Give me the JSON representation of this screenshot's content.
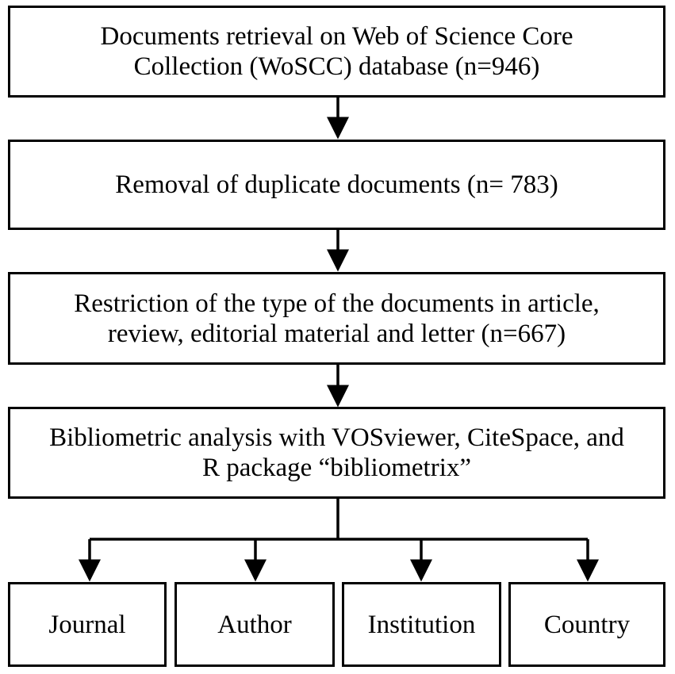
{
  "steps": [
    {
      "lines": [
        "Documents retrieval on Web of Science Core",
        "Collection (WoSCC) database (n=946)"
      ]
    },
    {
      "lines": [
        "Removal of duplicate documents (n= 783)"
      ]
    },
    {
      "lines": [
        "Restriction of the type of the documents in article,",
        "review, editorial material and letter (n=667)"
      ]
    },
    {
      "lines": [
        "Bibliometric analysis with VOSviewer, CiteSpace, and",
        "R package “bibliometrix”"
      ]
    }
  ],
  "outputs": [
    {
      "label": "Journal"
    },
    {
      "label": "Author"
    },
    {
      "label": "Institution"
    },
    {
      "label": "Country"
    }
  ]
}
